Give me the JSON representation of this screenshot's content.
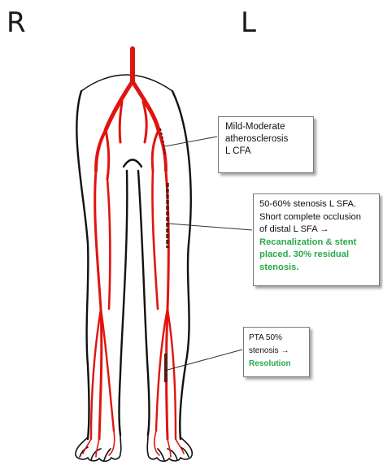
{
  "labels": {
    "right": "R",
    "left": "L"
  },
  "callouts": {
    "cfa": {
      "lines": [
        "Mild-Moderate",
        "atherosclerosis",
        "L CFA"
      ]
    },
    "sfa": {
      "lines": [
        "50-60% stenosis L SFA.",
        "Short complete occlusion",
        "of distal L SFA →"
      ],
      "result": [
        "Recanalization & stent",
        "placed. 30% residual",
        "stenosis."
      ]
    },
    "pta": {
      "lines": [
        "PTA 50%",
        "stenosis →"
      ],
      "result": "Resolution"
    }
  },
  "colors": {
    "artery": "#e0140f",
    "outline": "#111111",
    "stent": "#5a1a12",
    "result_text": "#2aa84a"
  }
}
